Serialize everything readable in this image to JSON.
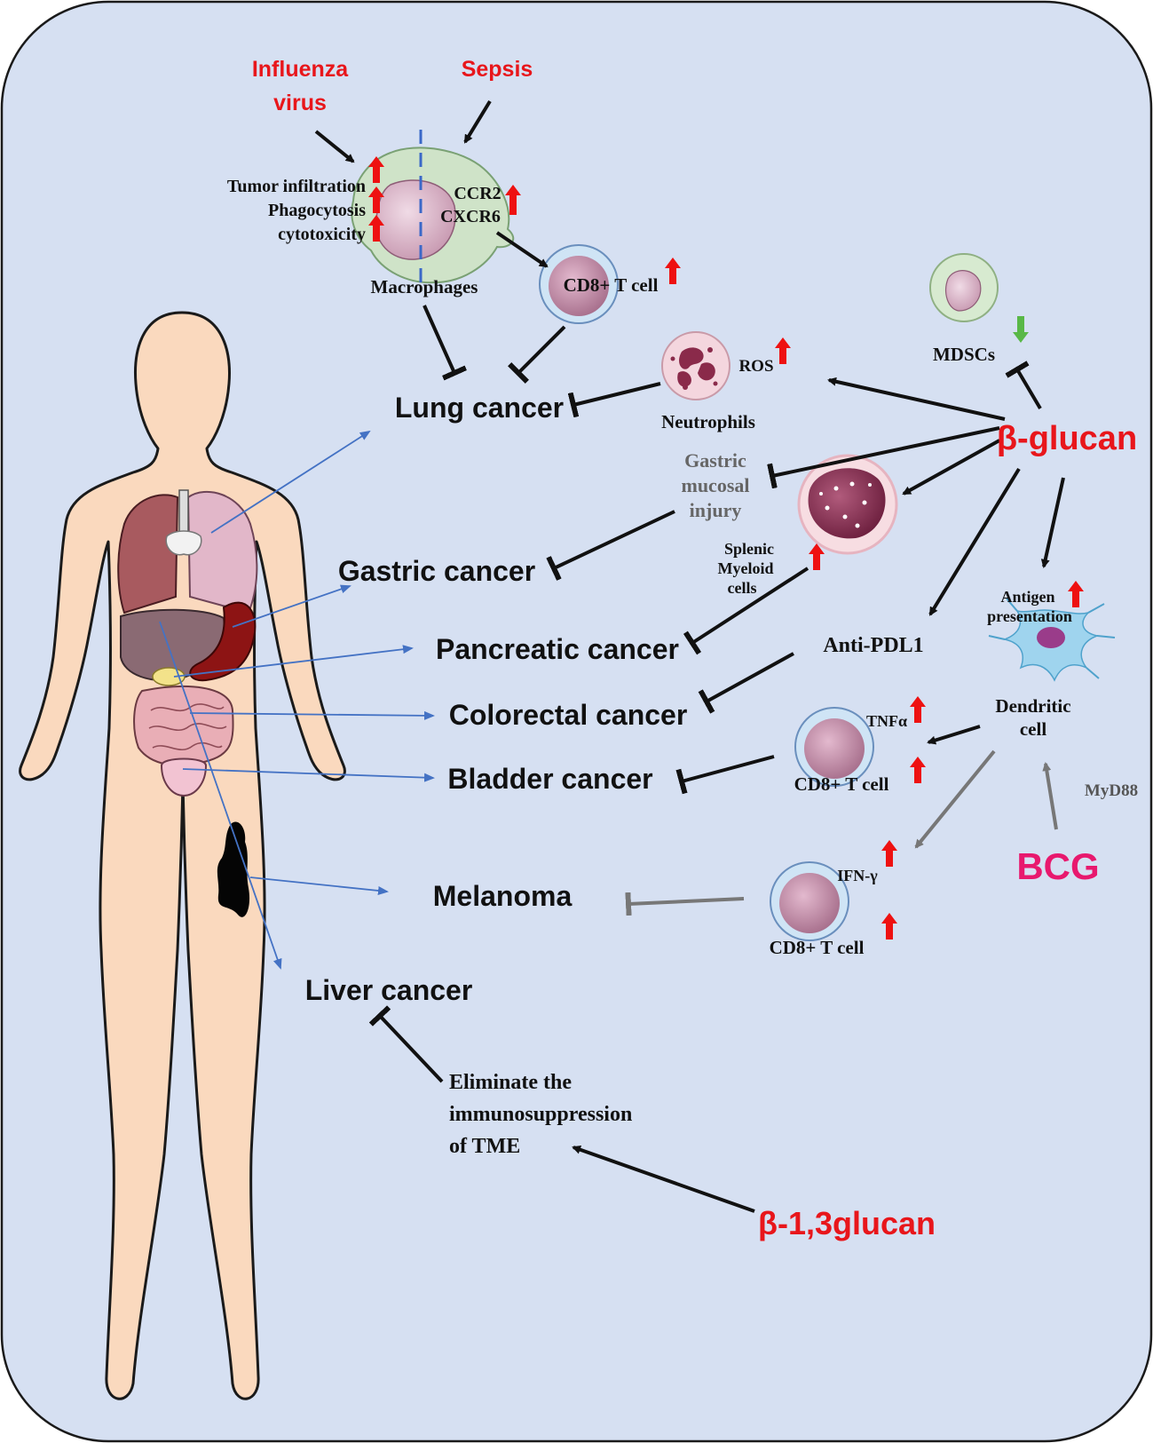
{
  "colors": {
    "background": "#d6e0f2",
    "red_label": "#e8161b",
    "bcg": "#e8186e",
    "inhibit_black": "#111111",
    "inhibit_gray": "#777777",
    "organ_arrow": "#4472c4",
    "up_arrow": "#ee1111",
    "down_arrow": "#59b847",
    "skin": "#fad9be"
  },
  "stimuli": {
    "influenza_line1": "Influenza",
    "influenza_line2": "virus",
    "sepsis": "Sepsis",
    "beta_glucan": "β-glucan",
    "bcg": "BCG",
    "beta_13_glucan": "β-1,3glucan"
  },
  "cancers": {
    "lung": "Lung cancer",
    "gastric": "Gastric cancer",
    "pancreatic": "Pancreatic cancer",
    "colorectal": "Colorectal cancer",
    "bladder": "Bladder cancer",
    "melanoma": "Melanoma",
    "liver": "Liver cancer"
  },
  "cells": {
    "macrophages": "Macrophages",
    "cd8_top": "CD8+ T cell",
    "neutrophils": "Neutrophils",
    "mdscs": "MDSCs",
    "splenic_line1": "Splenic",
    "splenic_line2": "Myeloid",
    "splenic_line3": "cells",
    "dendritic_line1": "Dendritic",
    "dendritic_line2": "cell",
    "cd8_tnf": "CD8+ T cell",
    "cd8_ifn": "CD8+ T cell"
  },
  "effects": {
    "tumor_infiltration": "Tumor infiltration",
    "phagocytosis": "Phagocytosis",
    "cytotoxicity": "cytotoxicity",
    "ccr2": "CCR2",
    "cxcr6": "CXCR6",
    "ros": "ROS",
    "gastric_injury_line1": "Gastric",
    "gastric_injury_line2": "mucosal",
    "gastric_injury_line3": "injury",
    "anti_pdl1": "Anti-PDL1",
    "antigen_line1": "Antigen",
    "antigen_line2": "presentation",
    "tnf": "TNFα",
    "ifn": "IFN-γ",
    "myd88": "MyD88",
    "tme_line1": "Eliminate the",
    "tme_line2": "immunosuppression",
    "tme_line3": "of TME"
  }
}
